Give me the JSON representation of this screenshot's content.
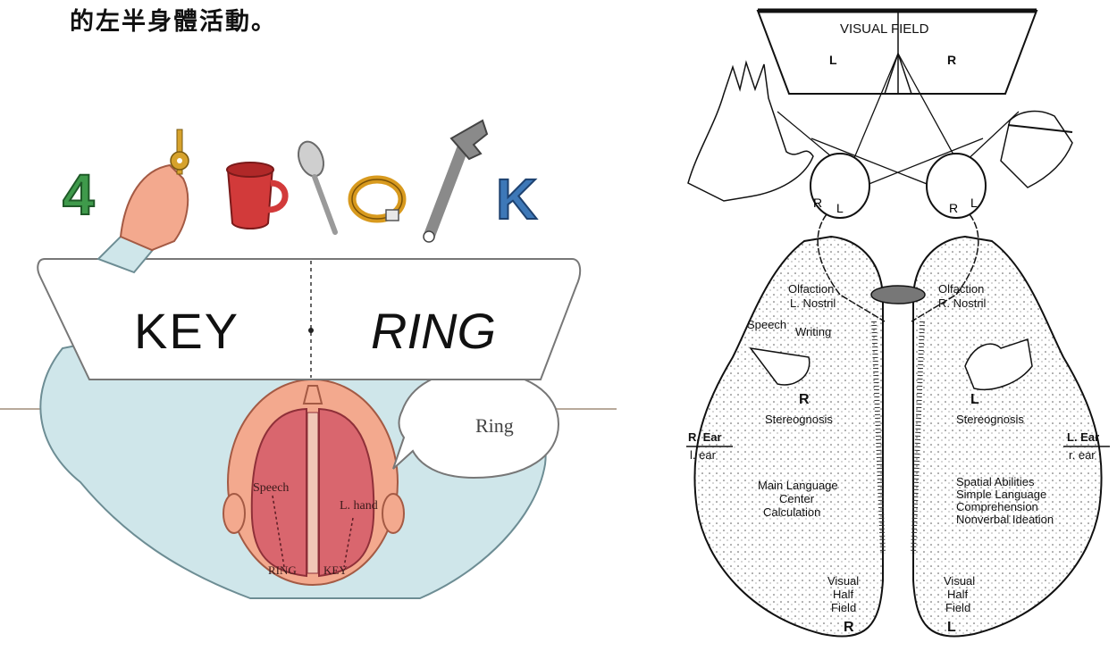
{
  "caption": "的左半身體活動。",
  "left_figure": {
    "number_glyph": "4",
    "letter_glyph": "K",
    "screen_left_word": "KEY",
    "screen_right_word": "RING",
    "speech_bubble": "Ring",
    "brain_label_left": "Speech",
    "brain_label_right": "L. hand",
    "brain_bottom_left": "RING",
    "brain_bottom_right": "KEY"
  },
  "right_figure": {
    "visual_field_title": "VISUAL FIELD",
    "field_left": "L",
    "field_right": "R",
    "eye_left_r": "R",
    "eye_left_l": "L",
    "eye_right_r": "R",
    "eye_right_l": "L",
    "left_hemisphere": {
      "olfaction": "Olfaction",
      "nostril": "L. Nostril",
      "speech": "Speech",
      "writing": "Writing",
      "hand_letter": "R",
      "stereognosis": "Stereognosis",
      "ear_top": "R. Ear",
      "ear_bottom": "l. ear",
      "functions": [
        "Main Language",
        "Center",
        "Calculation"
      ],
      "visual": [
        "Visual",
        "Half",
        "Field"
      ],
      "field_letter": "R"
    },
    "right_hemisphere": {
      "olfaction": "Olfaction",
      "nostril": "R. Nostril",
      "hand_letter": "L",
      "stereognosis": "Stereognosis",
      "ear_top": "L. Ear",
      "ear_bottom": "r. ear",
      "functions": [
        "Spatial Abilities",
        "Simple Language",
        "Comprehension",
        "Nonverbal Ideation"
      ],
      "visual": [
        "Visual",
        "Half",
        "Field"
      ],
      "field_letter": "L"
    }
  },
  "colors": {
    "shirt": "#cfe6ea",
    "brain": "#d9666e",
    "skin": "#f3a98e",
    "mug": "#d23a3a",
    "key": "#d6a22c",
    "ring": "#d89a1e",
    "wrench": "#8a8a8a",
    "green_glyph": "#3f9a4b",
    "blue_glyph": "#3d78b8"
  }
}
